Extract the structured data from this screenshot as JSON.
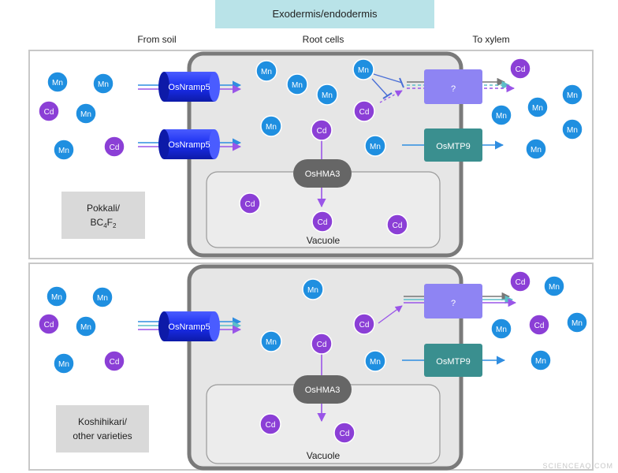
{
  "header": {
    "title": "Exodermis/endodermis",
    "from_soil": "From soil",
    "root_cells": "Root cells",
    "to_xylem": "To xylem"
  },
  "ions": {
    "mn": "Mn",
    "cd": "Cd"
  },
  "transporters": {
    "nramp5": "OsNramp5",
    "hma3": "OsHMA3",
    "mtp9": "OsMTP9",
    "unknown": "?"
  },
  "vacuole_label": "Vacuole",
  "panels": [
    {
      "variety_line1": "Pokkali/",
      "variety_line2_base": "BC",
      "variety_sub1": "4",
      "variety_mid": "F",
      "variety_sub2": "2"
    },
    {
      "variety_line1": "Koshihikari/",
      "variety_line2": "other varieties"
    }
  ],
  "watermark": "SCIENCEAQ.COM",
  "colors": {
    "mn": "#1f8fe0",
    "cd": "#8b3fd6",
    "nramp5": "#1a2ef0",
    "unknown": "#8e84f3",
    "hma3": "#666666",
    "mtp9": "#3a8f8f",
    "header_bg": "#b9e3e8",
    "cell_fill": "#e6e6e6",
    "cell_border": "#7a7a7a"
  }
}
